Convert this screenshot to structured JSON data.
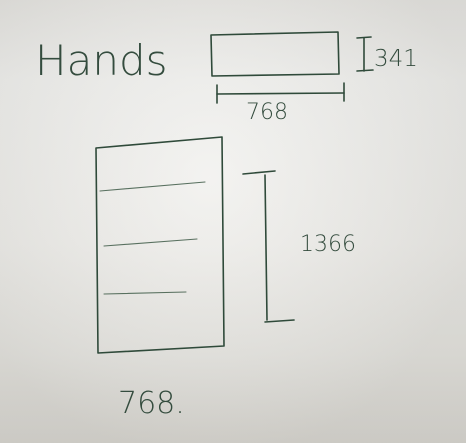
{
  "title": "Hands",
  "landscape": {
    "height_label": "341",
    "width_label": "768"
  },
  "portrait": {
    "height_label": "1366",
    "width_label": "768."
  }
}
